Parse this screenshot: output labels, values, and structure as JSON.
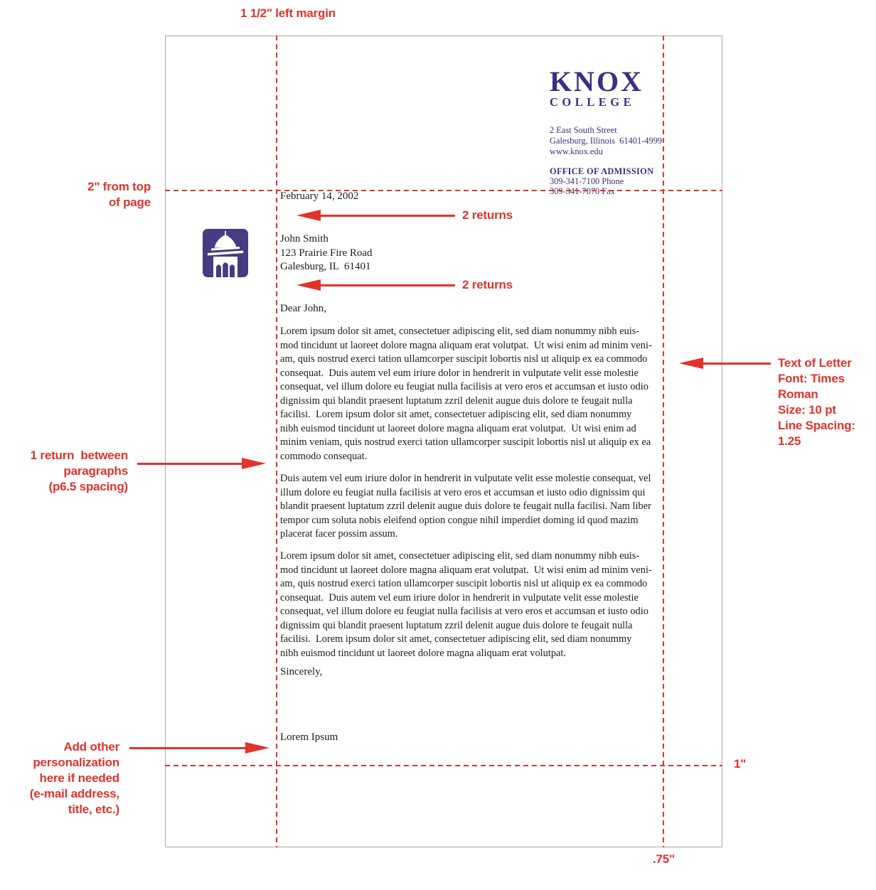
{
  "colors": {
    "red": "#e1332b",
    "knox_blue": "#38317f",
    "purple": "#453c82"
  },
  "letterhead": {
    "wordmark_line1": "KNOX",
    "wordmark_line2": "COLLEGE",
    "address": "2 East South Street\nGalesburg, Illinois  61401-4999\nwww.knox.edu",
    "office": "OFFICE OF ADMISSION",
    "phone": "309-341-7100  Phone",
    "fax": "309-341-7070  Fax"
  },
  "letter": {
    "date": "February 14, 2002",
    "recipient": "John Smith\n123 Prairie Fire Road\nGalesburg, IL  61401",
    "salutation": "Dear John,",
    "paragraph1": "Lorem ipsum dolor sit amet, consectetuer adipiscing elit, sed diam nonummy nibh euis-\nmod tincidunt ut laoreet dolore magna aliquam erat volutpat.  Ut wisi enim ad minim veni-\nam, quis nostrud exerci tation ullamcorper suscipit lobortis nisl ut aliquip ex ea commodo\nconsequat.  Duis autem vel eum iriure dolor in hendrerit in vulputate velit esse molestie\nconsequat, vel illum dolore eu feugiat nulla facilisis at vero eros et accumsan et iusto odio\ndignissim qui blandit praesent luptatum zzril delenit augue duis dolore te feugait nulla\nfacilisi.  Lorem ipsum dolor sit amet, consectetuer adipiscing elit, sed diam nonummy\nnibh euismod tincidunt ut laoreet dolore magna aliquam erat volutpat.  Ut wisi enim ad\nminim veniam, quis nostrud exerci tation ullamcorper suscipit lobortis nisl ut aliquip ex ea\ncommodo consequat.",
    "paragraph2": "Duis autem vel eum iriure dolor in hendrerit in vulputate velit esse molestie consequat, vel\nillum dolore eu feugiat nulla facilisis at vero eros et accumsan et iusto odio dignissim qui\nblandit praesent luptatum zzril delenit augue duis dolore te feugait nulla facilisi. Nam liber\ntempor cum soluta nobis eleifend option congue nihil imperdiet doming id quod mazim\nplacerat facer possim assum.",
    "paragraph3": "Lorem ipsum dolor sit amet, consectetuer adipiscing elit, sed diam nonummy nibh euis-\nmod tincidunt ut laoreet dolore magna aliquam erat volutpat.  Ut wisi enim ad minim veni-\nam, quis nostrud exerci tation ullamcorper suscipit lobortis nisl ut aliquip ex ea commodo\nconsequat.  Duis autem vel eum iriure dolor in hendrerit in vulputate velit esse molestie\nconsequat, vel illum dolore eu feugiat nulla facilisis at vero eros et accumsan et iusto odio\ndignissim qui blandit praesent luptatum zzril delenit augue duis dolore te feugait nulla\nfacilisi.  Lorem ipsum dolor sit amet, consectetuer adipiscing elit, sed diam nonummy\nnibh euismod tincidunt ut laoreet dolore magna aliquam erat volutpat.",
    "closing": "Sincerely,",
    "signature": "Lorem Ipsum"
  },
  "annotations": {
    "left_margin": "1 1/2\" left margin",
    "top_margin": "2\" from top\nof page",
    "returns_label": "2 returns",
    "paragraph_spacing": "1 return  between\nparagraphs\n(p6.5 spacing)",
    "text_of_letter": "Text of Letter\nFont: Times Roman\nSize: 10 pt\nLine Spacing: 1.25",
    "personalization": "Add other personalization\nhere if needed\n(e-mail address, title, etc.)",
    "bottom_margin": "1\"",
    "right_margin": ".75\""
  }
}
